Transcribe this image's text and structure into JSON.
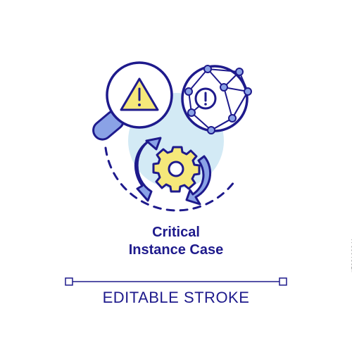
{
  "title": {
    "line1": "Critical",
    "line2": "Instance Case"
  },
  "footer": {
    "label": "EDITABLE STROKE"
  },
  "watermark": {
    "side_id": "#532160041"
  },
  "colors": {
    "stroke": "#1e1a8c",
    "blue_fill": "#8aa2e6",
    "light_blue": "#d3eaf5",
    "yellow": "#f5e87a"
  },
  "icons": [
    "warning-magnifier-icon",
    "network-globe-icon",
    "gear-refresh-icon"
  ]
}
